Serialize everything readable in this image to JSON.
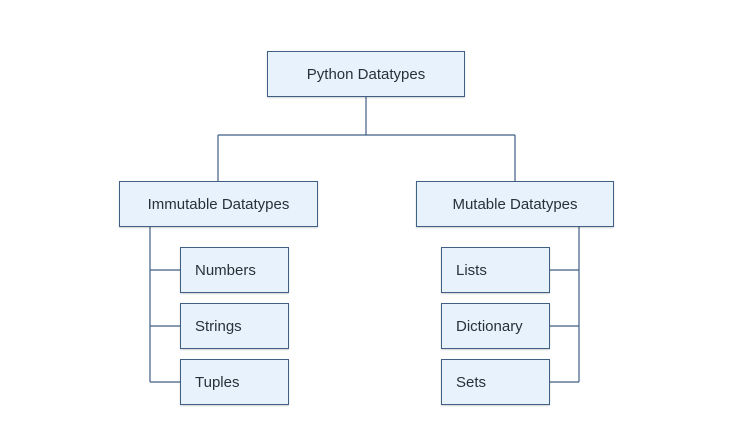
{
  "root": {
    "label": "Python Datatypes"
  },
  "branches": [
    {
      "label": "Immutable Datatypes",
      "children": [
        "Numbers",
        "Strings",
        "Tuples"
      ]
    },
    {
      "label": "Mutable Datatypes",
      "children": [
        "Lists",
        "Dictionary",
        "Sets"
      ]
    }
  ],
  "colors": {
    "box_fill": "#e8f2fc",
    "box_border": "#3f5f85",
    "connector": "#3f5f85",
    "text": "#263238"
  }
}
